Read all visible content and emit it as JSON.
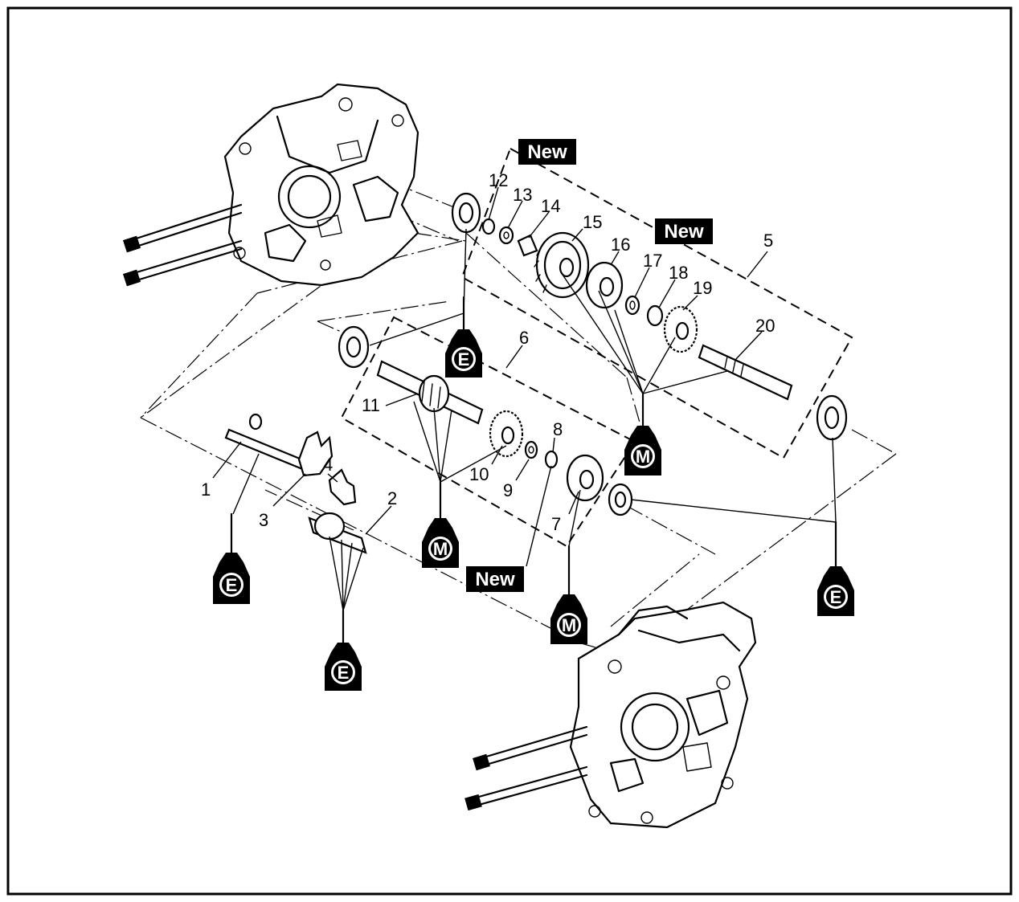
{
  "tags": {
    "new": "New"
  },
  "lubricants": {
    "engine_oil": "E",
    "molybdenum": "M"
  },
  "part_numbers": [
    "1",
    "2",
    "3",
    "4",
    "5",
    "6",
    "7",
    "8",
    "9",
    "10",
    "11",
    "12",
    "13",
    "14",
    "15",
    "16",
    "17",
    "18",
    "19",
    "20"
  ]
}
